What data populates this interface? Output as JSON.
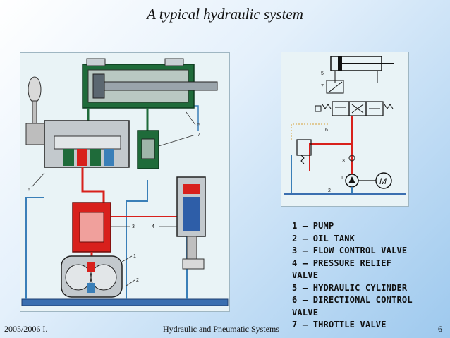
{
  "slide": {
    "title": "A typical hydraulic system"
  },
  "diagram_left": {
    "callouts": [
      "5",
      "7",
      "6",
      "3",
      "4",
      "1",
      "2"
    ]
  },
  "diagram_right": {
    "callouts": [
      "5",
      "7",
      "6",
      "1",
      "3",
      "2"
    ],
    "motor_label": "M"
  },
  "legend": {
    "items": [
      "1 – Pump",
      "2 – Oil tank",
      "3 – Flow control valve",
      "4 – Pressure relief",
      "valve",
      "5 – Hydraulic cylinder",
      "6 – Directional control",
      "valve",
      "7 – Throttle valve"
    ]
  },
  "footer": {
    "left": "2005/2006 I.",
    "center": "Hydraulic and Pneumatic Systems",
    "page": "6"
  },
  "colors": {
    "pressure_line": "#d8201c",
    "return_line": "#3a7fb8",
    "cylinder_green": "#1f6b3a",
    "tank_blue": "#3b6fb0"
  }
}
